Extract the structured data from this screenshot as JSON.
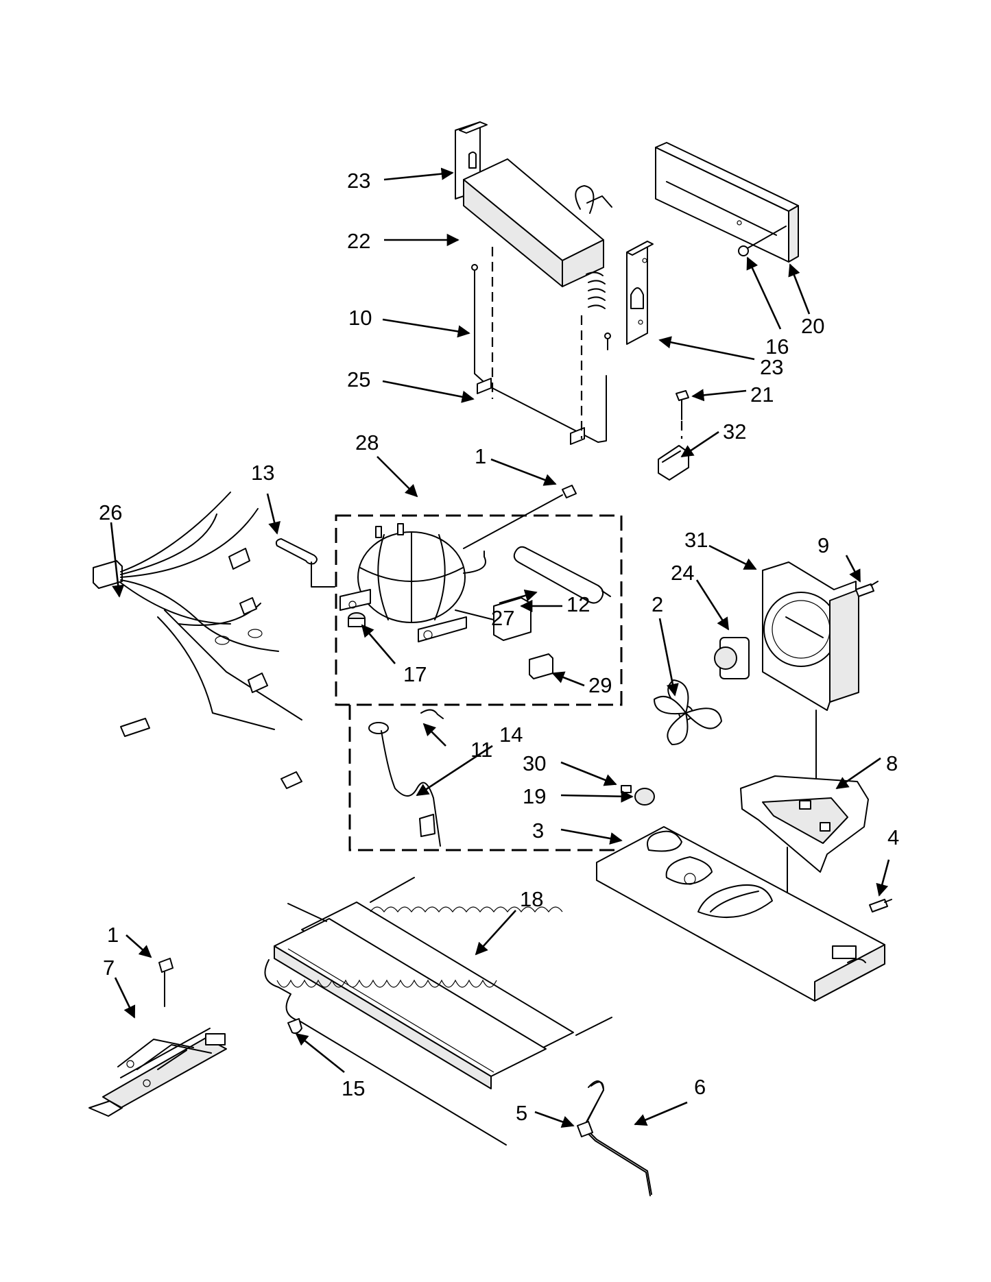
{
  "diagram": {
    "callouts": [
      {
        "id": "c23a",
        "text": "23"
      },
      {
        "id": "c22",
        "text": "22"
      },
      {
        "id": "c10",
        "text": "10"
      },
      {
        "id": "c25",
        "text": "25"
      },
      {
        "id": "c20",
        "text": "20"
      },
      {
        "id": "c16",
        "text": "16"
      },
      {
        "id": "c23b",
        "text": "23"
      },
      {
        "id": "c21",
        "text": "21"
      },
      {
        "id": "c32",
        "text": "32"
      },
      {
        "id": "c28",
        "text": "28"
      },
      {
        "id": "c1a",
        "text": "1"
      },
      {
        "id": "c13",
        "text": "13"
      },
      {
        "id": "c26",
        "text": "26"
      },
      {
        "id": "c27",
        "text": "27"
      },
      {
        "id": "c12",
        "text": "12"
      },
      {
        "id": "c17",
        "text": "17"
      },
      {
        "id": "c29",
        "text": "29"
      },
      {
        "id": "c31",
        "text": "31"
      },
      {
        "id": "c9",
        "text": "9"
      },
      {
        "id": "c24",
        "text": "24"
      },
      {
        "id": "c2",
        "text": "2"
      },
      {
        "id": "c11",
        "text": "11"
      },
      {
        "id": "c14",
        "text": "14"
      },
      {
        "id": "c30",
        "text": "30"
      },
      {
        "id": "c19",
        "text": "19"
      },
      {
        "id": "c8",
        "text": "8"
      },
      {
        "id": "c3",
        "text": "3"
      },
      {
        "id": "c4",
        "text": "4"
      },
      {
        "id": "c18",
        "text": "18"
      },
      {
        "id": "c1b",
        "text": "1"
      },
      {
        "id": "c7",
        "text": "7"
      },
      {
        "id": "c15",
        "text": "15"
      },
      {
        "id": "c6",
        "text": "6"
      },
      {
        "id": "c5",
        "text": "5"
      }
    ]
  }
}
